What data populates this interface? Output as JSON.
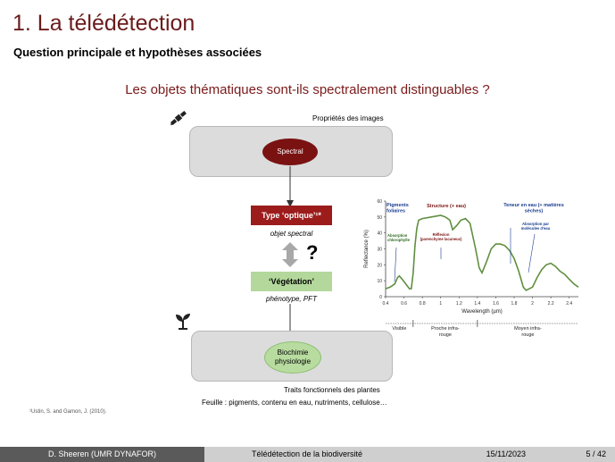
{
  "slide": {
    "title": "1. La télédétection",
    "subtitle": "Question principale et hypothèses associées",
    "question": "Les objets thématiques sont-ils spectralement distinguables ?"
  },
  "diagram": {
    "images_props_label": "Propriétés des images",
    "spectral_node": "Spectral",
    "type_box": "Type ‘optique’¹*",
    "type_sub": "objet spectral",
    "question_mark": "?",
    "vegetation_box": "‘Végétation’",
    "vegetation_sub": "phénotype, PFT",
    "bio_node_line1": "Biochimie",
    "bio_node_line2": "physiologie",
    "traits_label": "Traits fonctionnels des plantes",
    "leaf_label": "Feuille : pigments, contenu en eau, nutriments, cellulose…",
    "icons": [
      "satellite-icon",
      "plant-icon"
    ],
    "colors": {
      "title": "#6b1b1b",
      "spectral_node": "#7a1212",
      "type_box": "#9c1c1c",
      "vegetation_box": "#b4d89c",
      "curve": "#5f8f3f"
    }
  },
  "chart_data": {
    "type": "line",
    "xlabel": "Wavelength (µm)",
    "ylabel": "Reflectance (%)",
    "xlim": [
      0.4,
      2.5
    ],
    "ylim": [
      0,
      60
    ],
    "xticks": [
      "0.4",
      "0.6",
      "0.8",
      "1",
      "1.2",
      "1.4",
      "1.6",
      "1.8",
      "2",
      "2.2",
      "2.4"
    ],
    "yticks": [
      "0",
      "10",
      "20",
      "30",
      "40",
      "50",
      "60"
    ],
    "series": [
      {
        "x": [
          0.4,
          0.45,
          0.5,
          0.53,
          0.55,
          0.58,
          0.62,
          0.66,
          0.68,
          0.7,
          0.72,
          0.74,
          0.76,
          0.8,
          0.9,
          1.0,
          1.05,
          1.1,
          1.13,
          1.18,
          1.22,
          1.27,
          1.32,
          1.38,
          1.42,
          1.45,
          1.5,
          1.55,
          1.6,
          1.65,
          1.7,
          1.75,
          1.8,
          1.85,
          1.9,
          1.93,
          2.0,
          2.05,
          2.1,
          2.15,
          2.2,
          2.25,
          2.3,
          2.35,
          2.4,
          2.45,
          2.5
        ],
        "y": [
          5,
          6,
          8,
          12,
          13,
          11,
          8,
          5,
          5,
          15,
          32,
          43,
          48,
          49,
          50,
          51,
          50,
          48,
          42,
          45,
          48,
          49,
          46,
          30,
          18,
          15,
          22,
          30,
          33,
          33,
          32,
          29,
          24,
          16,
          6,
          4,
          6,
          12,
          17,
          20,
          21,
          19,
          16,
          14,
          11,
          8,
          6
        ]
      }
    ],
    "annotations": [
      {
        "text": "Pigments foliaires"
      },
      {
        "text": "Structure (+ eau)"
      },
      {
        "text": "Teneur en eau (+ matières sèches)"
      },
      {
        "text": "Absorption chlorophylle"
      },
      {
        "text": "Réflexion (parenchyme lacuneux)"
      },
      {
        "text": "Absorption par molécules d'eau"
      }
    ],
    "regions": [
      "Visible",
      "Proche infra-rouge",
      "Moyen infra-rouge"
    ]
  },
  "footnote": "¹Ustin, S. and Gamon, J. (2010).",
  "footer": {
    "author": "D. Sheeren (UMR DYNAFOR)",
    "title": "Télédétection de la biodiversité",
    "date": "15/11/2023",
    "page": "5 / 42"
  }
}
